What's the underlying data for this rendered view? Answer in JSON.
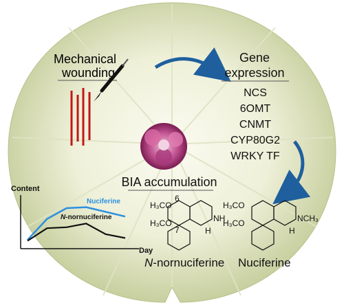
{
  "figure": {
    "treatment_label_line1": "Mechanical",
    "treatment_label_line2": "wounding",
    "gene_header_line1": "Gene",
    "gene_header_line2": "expression",
    "genes": [
      "NCS",
      "6OMT",
      "CNMT",
      "CYP80G2",
      "WRKY TF"
    ],
    "accumulation_label": "BIA accumulation",
    "molecules": [
      {
        "name_prefix": "N",
        "name_rest": "-nornuciferine",
        "methoxy_top": "H₃CO",
        "methoxy_bottom": "H₃CO",
        "pos_top": "6",
        "pos_bottom": "7",
        "amine": "NH",
        "h": "H"
      },
      {
        "name": "Nuciferine",
        "methoxy_top": "H₃CO",
        "methoxy_bottom": "H₃CO",
        "amine": "NCH₃",
        "h": "H"
      }
    ]
  },
  "chart_data": {
    "type": "line",
    "ylabel": "Content",
    "xlabel": "Day",
    "series": [
      {
        "name": "Nuciferine",
        "color": "#2a90e0",
        "values": [
          0.1,
          0.55,
          0.78,
          0.8,
          0.7,
          0.6
        ]
      },
      {
        "name_prefix": "N",
        "name": "-nornuciferine",
        "color": "#111111",
        "values": [
          0.08,
          0.35,
          0.37,
          0.45,
          0.22,
          0.14
        ]
      }
    ]
  },
  "colors": {
    "leaf_light": "#f6f6e8",
    "leaf_dark": "#c9d0a0",
    "arrow_blue": "#1f5f9e",
    "scratch_red": "#c01818",
    "flower_pink": "#b04080"
  }
}
